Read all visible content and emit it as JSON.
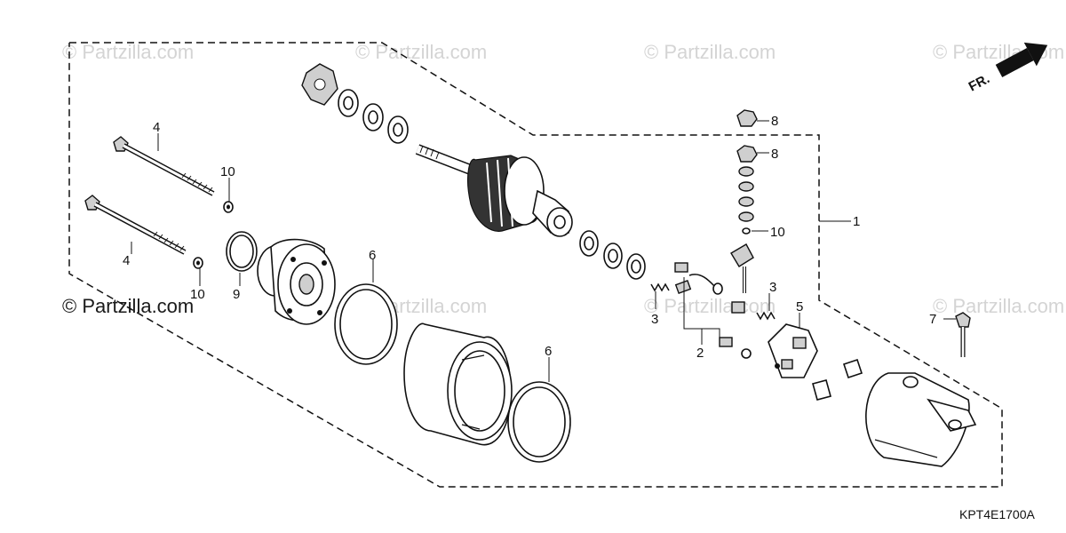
{
  "watermarks": {
    "repeat": "© Partzilla.com",
    "bold": "© Partzilla.com"
  },
  "direction_arrow": "FR.",
  "diagram_code": "KPT4E1700A",
  "callouts": {
    "c1": "1",
    "c2": "2",
    "c3a": "3",
    "c3b": "3",
    "c4a": "4",
    "c4b": "4",
    "c5": "5",
    "c6a": "6",
    "c6b": "6",
    "c7": "7",
    "c8a": "8",
    "c8b": "8",
    "c9": "9",
    "c10a": "10",
    "c10b": "10",
    "c10c": "10"
  }
}
